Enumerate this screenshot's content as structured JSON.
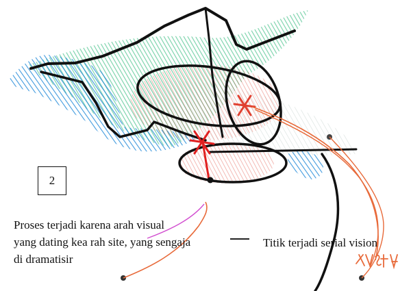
{
  "figure_number": "2",
  "captions": {
    "left": "Proses terjadi karena arah visual\nyang dating kea rah site, yang sengaja\ndi dramatisir",
    "right": "Titik terjadi serial vision"
  },
  "signature": "XNSTA",
  "colors": {
    "ink": "#111111",
    "green_wash": "#3fbf86",
    "blue_wash": "#1e88d8",
    "red_wash": "#e04030",
    "orange_line": "#e86a3a",
    "pink_line": "#d24fd0"
  }
}
